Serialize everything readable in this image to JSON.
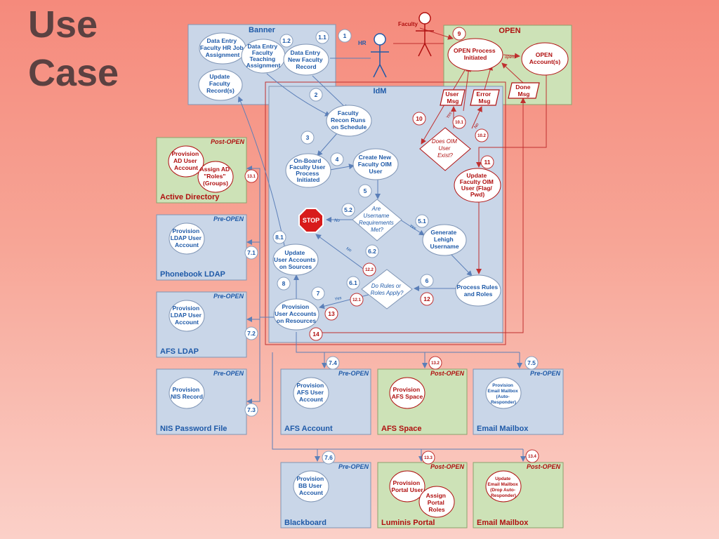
{
  "title": {
    "line1": "Use",
    "line2": "Case"
  },
  "actors": {
    "hr": "HR",
    "faculty": "Faculty"
  },
  "banner": {
    "title": "Banner",
    "nodes": {
      "hr_job": [
        "Data Entry",
        "Faculty HR Job",
        "Assignment"
      ],
      "teaching": [
        "Data Entry",
        "Faculty",
        "Teaching",
        "Assignment"
      ],
      "new_record": [
        "Data Entry",
        "New Faculty",
        "Record"
      ],
      "update_record": [
        "Update",
        "Faculty",
        "Record(s)"
      ]
    },
    "steps": {
      "s11": "1.1",
      "s12": "1.2",
      "s1": "1"
    }
  },
  "open": {
    "title": "OPEN",
    "step": "9",
    "nodes": {
      "initiated": [
        "OPEN Process",
        "Initiated"
      ],
      "account": [
        "OPEN",
        "Account(s)"
      ]
    },
    "edge_label": "opens",
    "messages": {
      "user_msg": [
        "User",
        "Msg"
      ],
      "error_msg": [
        "Error",
        "Msg"
      ],
      "done_msg": [
        "Done",
        "Msg"
      ]
    }
  },
  "idm": {
    "title": "IdM",
    "nodes": {
      "recon": [
        "Faculty",
        "Recon Runs",
        "on Schedule"
      ],
      "onboard": [
        "On-Board",
        "Faculty User",
        "Process",
        "Initiated"
      ],
      "create_oim": [
        "Create New",
        "Faculty OIM",
        "User"
      ],
      "generate": [
        "Generate",
        "Lehigh",
        "Username"
      ],
      "update_sources": [
        "Update",
        "User Accounts",
        "on Sources"
      ],
      "process_rules": [
        "Process Rules",
        "and Roles"
      ],
      "provision": [
        "Provision",
        "User Accounts",
        "on Resources"
      ],
      "update_oim": [
        "Update",
        "Faculty OIM",
        "User (Flag/",
        "Pwd)"
      ]
    },
    "decisions": {
      "username_req": [
        "Are",
        "Username",
        "Requirements",
        "Met?"
      ],
      "rules_roles": [
        "Do Rules or",
        "Roles Apply?"
      ],
      "oim_exists": [
        "Does OIM",
        "User",
        "Exist?"
      ]
    },
    "stop": "STOP",
    "edges": {
      "no": "No",
      "yes": "Yes"
    },
    "steps": {
      "s2": "2",
      "s3": "3",
      "s4": "4",
      "s5": "5",
      "s52": "5.2",
      "s51": "5.1",
      "s62": "6.2",
      "s61": "6.1",
      "s6": "6",
      "s81": "8.1",
      "s8": "8",
      "s7": "7",
      "s10": "10",
      "s101": "10.1",
      "s102": "10.2",
      "s11": "11",
      "s122": "12.2",
      "s121": "12.1",
      "s12": "12",
      "s13": "13",
      "s14": "14"
    }
  },
  "phases": {
    "pre": "Pre-OPEN",
    "post": "Post-OPEN"
  },
  "resources": {
    "active_directory": {
      "label": "Active Directory",
      "node1": [
        "Provision",
        "AD User",
        "Account"
      ],
      "node2": [
        "Assign AD",
        "\"Roles\"",
        "(Groups)"
      ],
      "step": "13.1"
    },
    "phonebook": {
      "label": "Phonebook LDAP",
      "node": [
        "Provision",
        "LDAP User",
        "Account"
      ],
      "step": "7.1"
    },
    "afs_ldap": {
      "label": "AFS LDAP",
      "node": [
        "Provision",
        "LDAP User",
        "Account"
      ],
      "step": "7.2"
    },
    "nis": {
      "label": "NIS Password File",
      "node": [
        "Provision",
        "NIS Record"
      ],
      "step": "7.3"
    },
    "afs_account": {
      "label": "AFS Account",
      "node": [
        "Provision",
        "AFS User",
        "Account"
      ],
      "step": "7.4"
    },
    "afs_space": {
      "label": "AFS Space",
      "node": [
        "Provision",
        "AFS Space"
      ],
      "step": "13.2"
    },
    "email_pre": {
      "label": "Email Mailbox",
      "node": [
        "Provision",
        "Email Mailbox",
        "(Auto-",
        "Responder)"
      ],
      "step": "7.5"
    },
    "blackboard": {
      "label": "Blackboard",
      "node": [
        "Provision",
        "BB User",
        "Account"
      ],
      "step": "7.6"
    },
    "luminis": {
      "label": "Luminis Portal",
      "node1": [
        "Provision",
        "Portal User"
      ],
      "node2": [
        "Assign",
        "Portal",
        "Roles"
      ],
      "step": "13.3"
    },
    "email_post": {
      "label": "Email Mailbox",
      "node": [
        "Update",
        "Email Mailbox",
        "(Drop Auto-",
        "Responder)"
      ],
      "step": "13.4"
    }
  },
  "colors": {
    "blue": "#1f5aa8",
    "red": "#b01010",
    "box_blue": "#c9d6e8",
    "box_green": "#cde2b7"
  }
}
